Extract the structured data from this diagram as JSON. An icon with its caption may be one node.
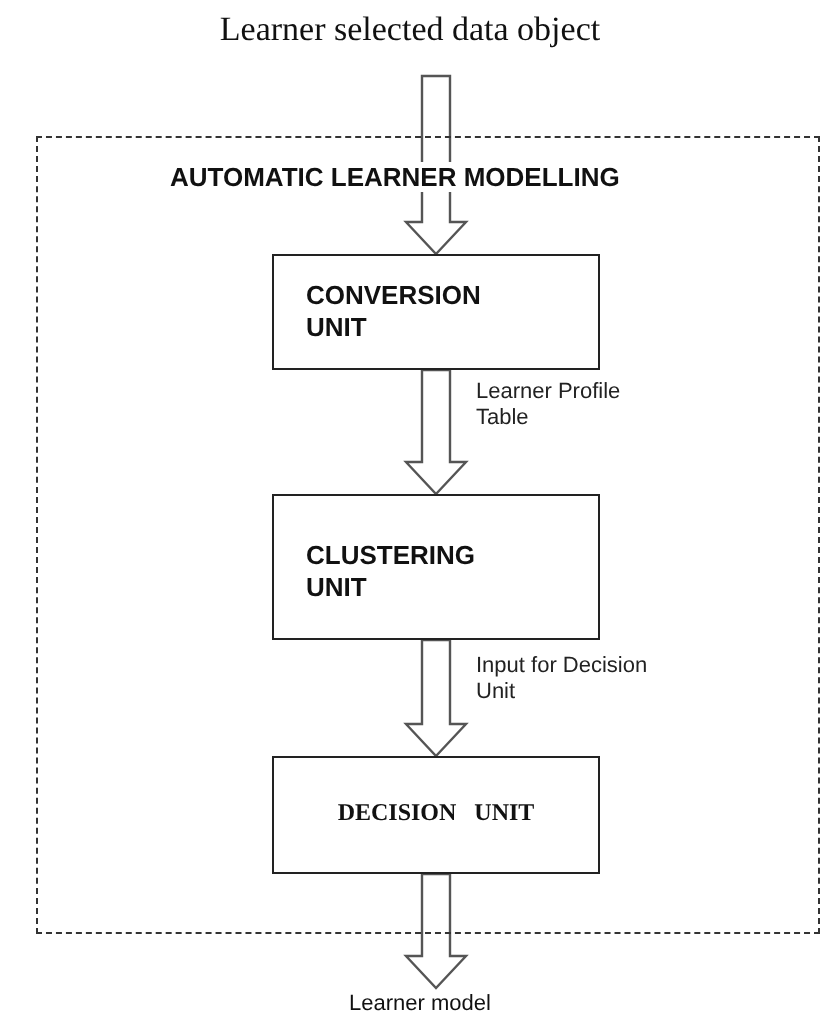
{
  "diagram": {
    "nodes": [
      {
        "text": [
          "Learner selected data object"
        ]
      },
      {
        "text": [
          "AUTOMATIC LEARNER MODELLING"
        ]
      },
      {
        "text": [
          "CONVERSION UNIT"
        ],
        "in": 1
      },
      {
        "text": [
          "CLUSTERING UNIT"
        ],
        "in": 1
      },
      {
        "text": [
          "DECISION UNIT"
        ],
        "in": 1
      },
      {
        "text": [
          "Learner model"
        ]
      }
    ],
    "edges": [
      {
        "from": 0,
        "to": 2,
        "arrow": "to"
      },
      {
        "from": 2,
        "to": 3,
        "arrow": "to",
        "label": "Learner Profile Table"
      },
      {
        "from": 3,
        "to": 4,
        "arrow": "to",
        "label": "Input for Decision Unit"
      },
      {
        "from": 4,
        "to": 5,
        "arrow": "to"
      }
    ]
  }
}
